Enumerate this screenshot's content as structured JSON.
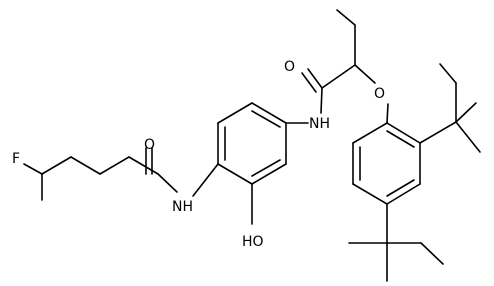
{
  "atom_labels": {
    "fluorine": "F",
    "amide_nh_left": "NH",
    "carbonyl_o_left": "O",
    "hydroxyl": "HO",
    "amide_nh_right": "NH",
    "carbonyl_o_right": "O",
    "ether_o": "O"
  },
  "colors": {
    "line": "#000000",
    "background": "#ffffff"
  }
}
